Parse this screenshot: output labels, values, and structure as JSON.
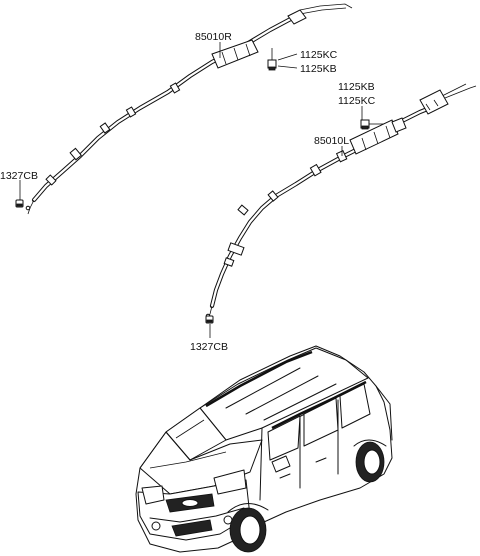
{
  "labels": {
    "right_airbag": "85010R",
    "right_bolt_a": "1125KC",
    "right_bolt_b": "1125KB",
    "right_clip": "1327CB",
    "left_bolt_a": "1125KB",
    "left_bolt_b": "1125KC",
    "left_airbag": "85010L",
    "left_clip": "1327CB"
  }
}
